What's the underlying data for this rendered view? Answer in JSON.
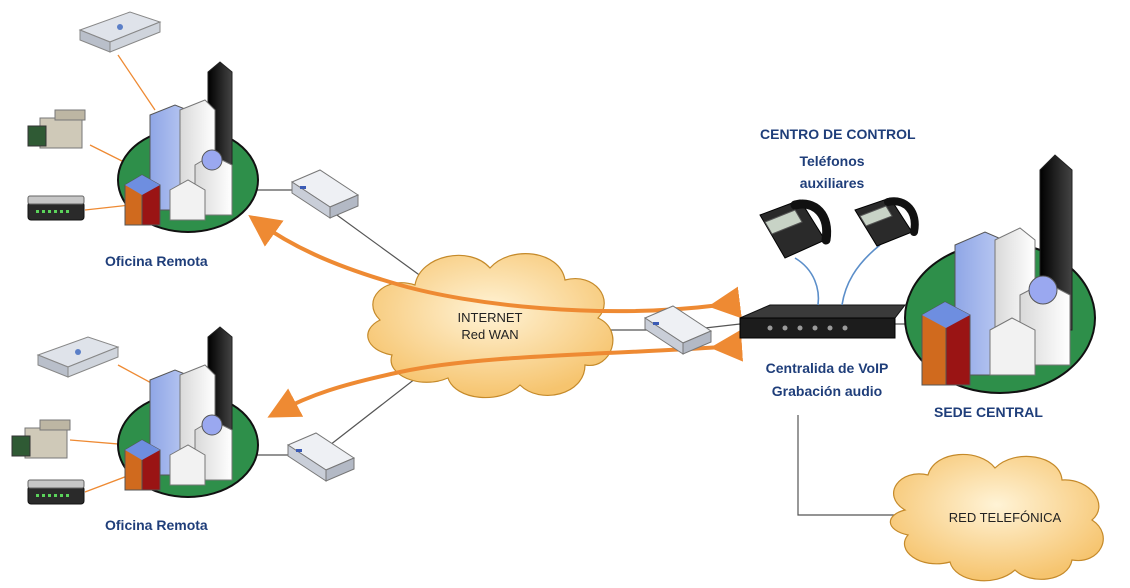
{
  "labels": {
    "control_center": "CENTRO DE CONTROL",
    "aux_phones_line1": "Teléfonos",
    "aux_phones_line2": "auxiliares",
    "remote_office_top": "Oficina Remota",
    "remote_office_bottom": "Oficina Remota",
    "pbx_line1": "Centralida de VoIP",
    "pbx_line2": "Grabación audio",
    "headquarters": "SEDE CENTRAL"
  },
  "clouds": {
    "internet_line1": "INTERNET",
    "internet_line2": "Red WAN",
    "telephone": "RED TELEFÓNICA"
  },
  "colors": {
    "label_text": "#1f3e7a",
    "arrow": "#ee8a33",
    "cloud_fill": "#fbd38a",
    "ground": "#2e8f4a",
    "link_line": "#555555",
    "device_link": "#ee8a33",
    "phone_cable": "#5b8ec9"
  }
}
